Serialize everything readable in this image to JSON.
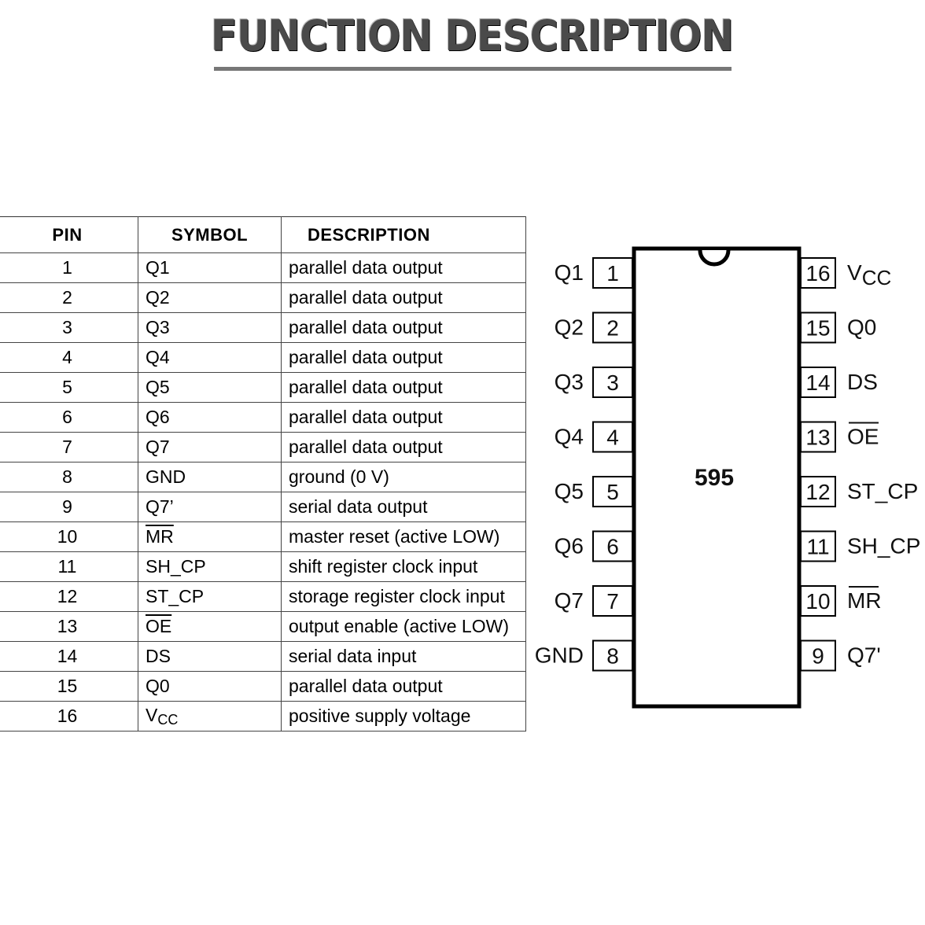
{
  "heading": "FUNCTION DESCRIPTION",
  "table": {
    "headers": {
      "pin": "PIN",
      "symbol": "SYMBOL",
      "description": "DESCRIPTION"
    },
    "rows": [
      {
        "pin": "1",
        "symbol": "Q1",
        "description": "parallel data output"
      },
      {
        "pin": "2",
        "symbol": "Q2",
        "description": "parallel data output"
      },
      {
        "pin": "3",
        "symbol": "Q3",
        "description": "parallel data output"
      },
      {
        "pin": "4",
        "symbol": "Q4",
        "description": "parallel data output"
      },
      {
        "pin": "5",
        "symbol": "Q5",
        "description": "parallel data output"
      },
      {
        "pin": "6",
        "symbol": "Q6",
        "description": "parallel data output"
      },
      {
        "pin": "7",
        "symbol": "Q7",
        "description": "parallel data output"
      },
      {
        "pin": "8",
        "symbol": "GND",
        "description": "ground (0 V)"
      },
      {
        "pin": "9",
        "symbol": "Q7’",
        "description": "serial data output"
      },
      {
        "pin": "10",
        "symbol": "MR",
        "overline": true,
        "description": "master reset (active LOW)"
      },
      {
        "pin": "11",
        "symbol": "SH_CP",
        "description": "shift register clock input"
      },
      {
        "pin": "12",
        "symbol": "ST_CP",
        "description": "storage register clock input"
      },
      {
        "pin": "13",
        "symbol": "OE",
        "overline": true,
        "description": "output enable (active LOW)"
      },
      {
        "pin": "14",
        "symbol": "DS",
        "description": "serial data input"
      },
      {
        "pin": "15",
        "symbol": "Q0",
        "description": "parallel data output"
      },
      {
        "pin": "16",
        "symbol": "V",
        "symbol_sub": "CC",
        "description": "positive supply voltage"
      }
    ]
  },
  "chip": {
    "part_number": "595",
    "left_pins": [
      {
        "num": "1",
        "label": "Q1"
      },
      {
        "num": "2",
        "label": "Q2"
      },
      {
        "num": "3",
        "label": "Q3"
      },
      {
        "num": "4",
        "label": "Q4"
      },
      {
        "num": "5",
        "label": "Q5"
      },
      {
        "num": "6",
        "label": "Q6"
      },
      {
        "num": "7",
        "label": "Q7"
      },
      {
        "num": "8",
        "label": "GND"
      }
    ],
    "right_pins": [
      {
        "num": "16",
        "label": "V",
        "sub": "CC"
      },
      {
        "num": "15",
        "label": "Q0"
      },
      {
        "num": "14",
        "label": "DS"
      },
      {
        "num": "13",
        "label": "OE",
        "overline": true
      },
      {
        "num": "12",
        "label": "ST_CP"
      },
      {
        "num": "11",
        "label": "SH_CP"
      },
      {
        "num": "10",
        "label": "MR",
        "overline": true
      },
      {
        "num": "9",
        "label": "Q7'"
      }
    ]
  }
}
